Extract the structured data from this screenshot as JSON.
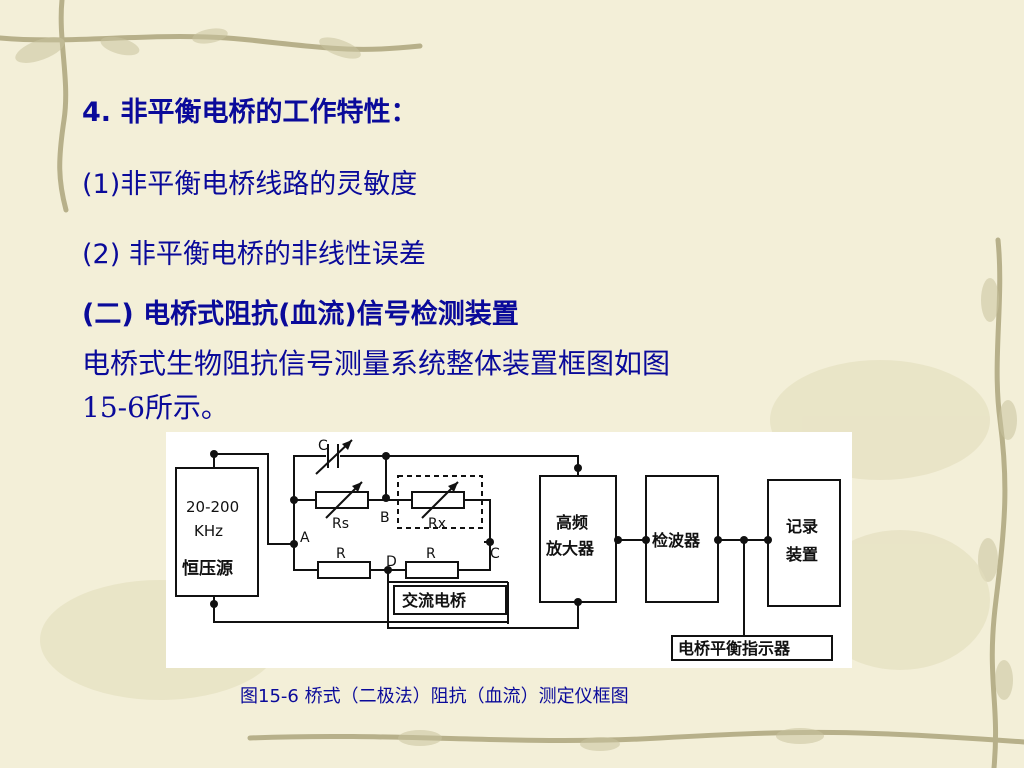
{
  "slide": {
    "line1": "4. 非平衡电桥的工作特性：",
    "line2": "(1)非平衡电桥线路的灵敏度",
    "line3": "(2) 非平衡电桥的非线性误差",
    "line4": "(二) 电桥式阻抗(血流)信号检测装置",
    "line5": "电桥式生物阻抗信号测量系统整体装置框图如图",
    "line6": "15-6所示。"
  },
  "diagram": {
    "source_freq": "20-200",
    "source_unit": "KHz",
    "source_name": "恒压源",
    "cap_label": "C",
    "rs_label": "Rs",
    "rx_label": "Rx",
    "r_label": "R",
    "node_a": "A",
    "node_b": "B",
    "node_c": "C",
    "node_d": "D",
    "bridge_name": "交流电桥",
    "amp_line1": "高频",
    "amp_line2": "放大器",
    "detector": "检波器",
    "recorder_line1": "记录",
    "recorder_line2": "装置",
    "indicator": "电桥平衡指示器"
  },
  "caption": "图15-6 桥式（二极法）阻抗（血流）测定仪框图",
  "colors": {
    "text": "#0a0a9a",
    "background": "#f3efd8",
    "vine": "#b7b08a"
  }
}
